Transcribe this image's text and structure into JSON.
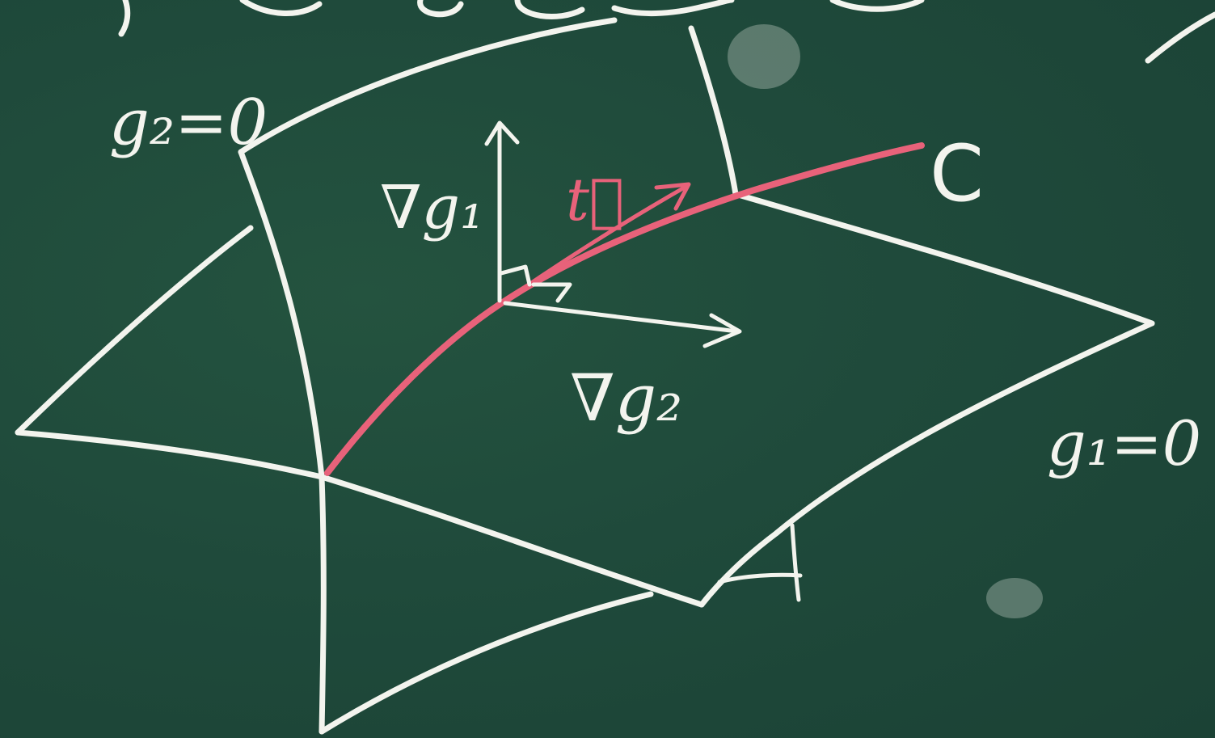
{
  "top_text_fragment": "f ex a curve C",
  "labels": {
    "surface2": "g₂=0",
    "surface1": "g₁=0",
    "curve": "C",
    "tangent": "t⃗",
    "grad1": "∇g₁",
    "grad2": "∇g₂"
  },
  "colors": {
    "board": "#1e4a3c",
    "chalk": "#f3f4ee",
    "curve_chalk": "#e8627a"
  }
}
